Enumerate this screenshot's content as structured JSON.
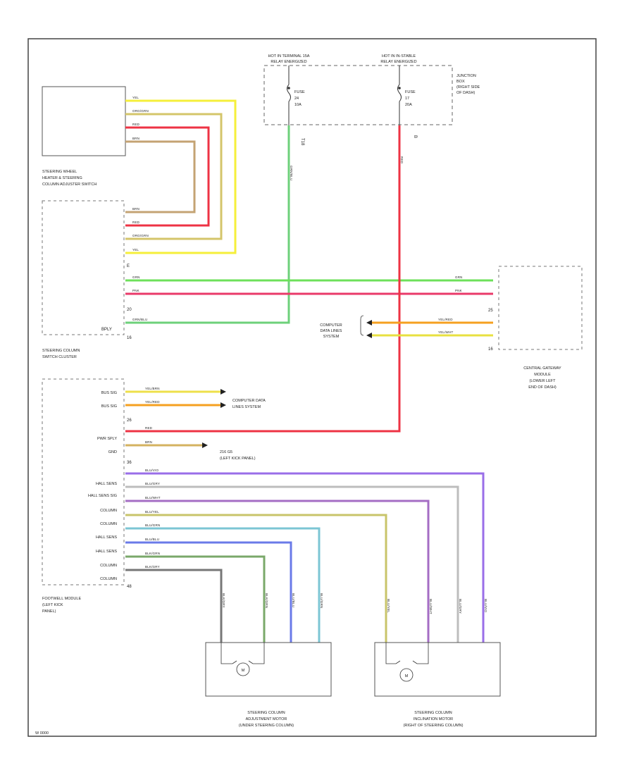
{
  "power": {
    "hot_run": "HOT IN TERMINAL 15A",
    "hot_run_2": "RELAY ENERGIZED",
    "hot_start": "HOT IN IN-STABLE",
    "hot_start_2": "RELAY ENERGIZED"
  },
  "junction_box": {
    "l1": "JUNCTION",
    "l2": "BOX",
    "l3": "(RIGHT SIDE",
    "l4": "OF DASH)"
  },
  "fuses": [
    {
      "l1": "FUSE",
      "l2": "24",
      "l3": "10A",
      "out_pin": "T18"
    },
    {
      "l1": "FUSE",
      "l2": "17",
      "l3": "20A",
      "out_pin": "B"
    }
  ],
  "heater_switch": {
    "l1": "STEERING WHEEL",
    "l2": "HEATER & STEERING",
    "l3": "COLUMN ADJUSTER SWITCH"
  },
  "switch_cluster": {
    "l1": "STEERING COLUMN",
    "l2": "SWITCH CLUSTER",
    "pwr_label": "BPLY",
    "connector": "E",
    "pin_low": "16",
    "pin_mid": "20"
  },
  "gateway": {
    "l1": "CENTRAL GATEWAY",
    "l2": "MODULE",
    "l3": "(LOWER LEFT",
    "l4": "END OF DASH)",
    "pin_a": "25",
    "pin_b": "16"
  },
  "data_lines": {
    "l1": "COMPUTER",
    "l2": "DATA LINES",
    "l3": "SYSTEM"
  },
  "data_lines_2": {
    "l1": "COMPUTER DATA",
    "l2": "LINES SYSTEM"
  },
  "ground": {
    "l1": "216 G5",
    "l2": "(LEFT KICK PANEL)"
  },
  "footwell": {
    "l1": "FOOTWELL MODULE",
    "l2": "(LEFT KICK",
    "l3": "PANEL)",
    "pins": [
      "BUS SIG",
      "BUS SIG",
      "PWR SPLY",
      "GND",
      "HALL SENS",
      "HALL SENS SIG",
      "COLUMN",
      "COLUMN",
      "HALL SENS",
      "HALL SENS",
      "COLUMN",
      "COLUMN"
    ],
    "pin_nums": {
      "p26": "26",
      "p36": "36",
      "p48": "48"
    }
  },
  "motors": {
    "adjust": {
      "l1": "STEERING COLUMN",
      "l2": "ADJUSTMENT MOTOR",
      "l3": "(UNDER STEERING COLUMN)",
      "m": "M"
    },
    "incline": {
      "l1": "STEERING COLUMN",
      "l2": "INCLINATION MOTOR",
      "l3": "(RIGHT OF STEERING COLUMN)",
      "m": "M"
    }
  },
  "wire_codes": {
    "yel": "YEL",
    "org_grn": "ORG/GRN",
    "red": "RED",
    "brn": "BRN",
    "grn": "GRN",
    "pnk": "PNK",
    "grn_blu": "GRN/BLU",
    "yel_red": "YEL/RED",
    "yel_wht": "YEL/WHT",
    "yel_brn": "YEL/BRN",
    "yel_red2": "YEL/RED",
    "blu_vio": "BLU/VIO",
    "blu_gry": "BLU/GRY",
    "blu_wht": "BLU/WHT",
    "blu_yel": "BLU/YEL",
    "blu_grn": "BLU/GRN",
    "blu_blu": "BLU/BLU",
    "blk_grn": "BLK/GRN",
    "blk_gry": "BLK/GRY"
  },
  "colors": {
    "yellow": "#f5ef3a",
    "orange": "#f5a020",
    "red": "#ee3344",
    "brown": "#c4a373",
    "green": "#6de05a",
    "pink": "#ea3a6a",
    "grn_blu": "#6fb5b0",
    "violet": "#9a6ee8",
    "gray": "#bdbdbd",
    "purple": "#a46dc4",
    "olive": "#c8c46a",
    "teal": "#7cc6d4",
    "blue": "#6a7ae8",
    "dkgreen": "#7aa86a",
    "dkgray": "#777777"
  },
  "footer": {
    "code": "W 0000"
  }
}
